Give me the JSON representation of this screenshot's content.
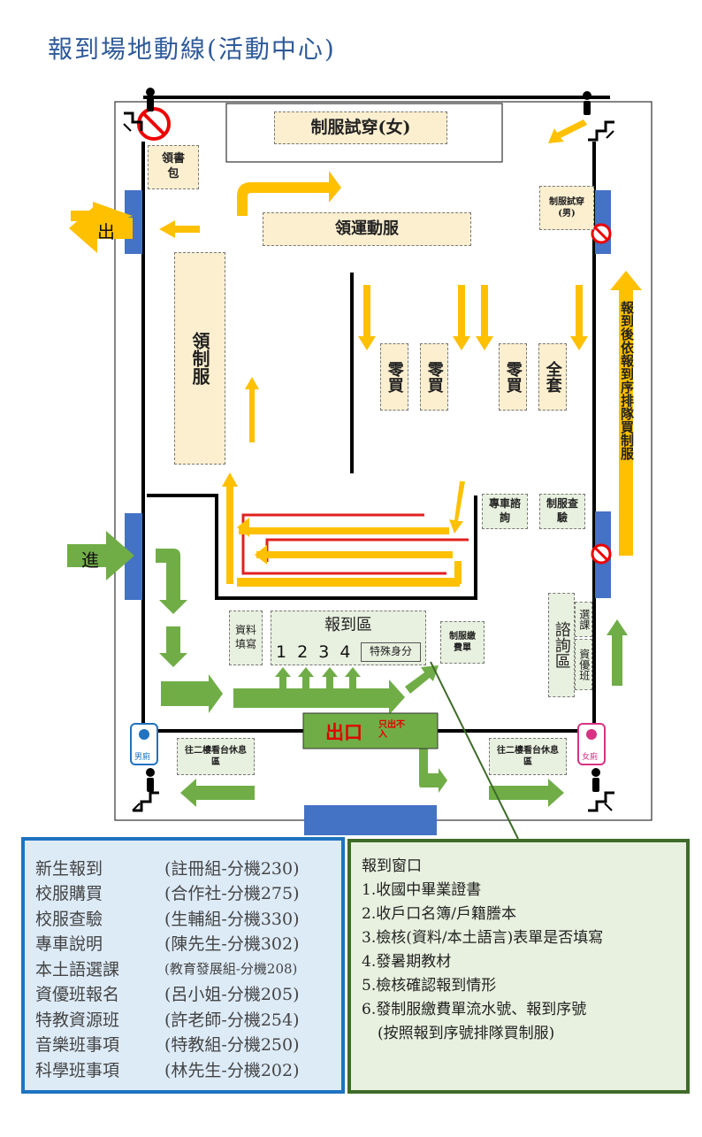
{
  "title": "報到場地動線(活動中心)",
  "colors": {
    "yellow_arrow": "#FFC000",
    "green_arrow": "#70AD47",
    "blue_door": "#4472C4",
    "red_line": "#E02020"
  },
  "areas": {
    "uniform_try_f": "制服試穿(女)",
    "bag": "領書包",
    "uniform_try_m": "制服試穿(男)",
    "sports_uniform": "領運動服",
    "get_uniform": "領制服",
    "single1": "零買",
    "single2": "零買",
    "single3": "零買",
    "full_set": "全套",
    "bus_consult": "專車諮詢",
    "uniform_check": "制服查驗",
    "consult_area": "諮詢區",
    "elective": "選課",
    "gifted": "資優班",
    "info_fill": "資料填寫",
    "report_area": "報到區",
    "windows": "1 2 3 4",
    "special": "特殊身分",
    "uniform_bill": "制服繳費單",
    "stand_left": "往二樓看台休息區",
    "stand_right": "往二樓看台休息區"
  },
  "labels": {
    "exit_left": "出",
    "enter": "進",
    "exit_main": "出口",
    "exit_note": "只出不入",
    "vertical_note": "報到後依報到序排隊買制服",
    "mens_restroom": "男廁",
    "womens_restroom": "女廁"
  },
  "contacts": [
    {
      "item": "新生報到",
      "contact": "(註冊組-分機230)"
    },
    {
      "item": "校服購買",
      "contact": "(合作社-分機275)"
    },
    {
      "item": "校服查驗",
      "contact": "(生輔組-分機330)"
    },
    {
      "item": "專車說明",
      "contact": "(陳先生-分機302)"
    },
    {
      "item": "本土語選課",
      "contact": "(教育發展組-分機208)"
    },
    {
      "item": "資優班報名",
      "contact": "(呂小姐-分機205)"
    },
    {
      "item": "特教資源班",
      "contact": "(許老師-分機254)"
    },
    {
      "item": "音樂班事項",
      "contact": "(特教組-分機250)"
    },
    {
      "item": "科學班事項",
      "contact": "(林先生-分機202)"
    }
  ],
  "window_steps": {
    "heading": "報到窗口",
    "steps": [
      "1.收國中畢業證書",
      "2.收戶口名簿/戶籍謄本",
      "3.檢核(資料/本土語言)表單是否填寫",
      "4.發暑期教材",
      "5.檢核確認報到情形",
      "6.發制服繳費單流水號、報到序號",
      "(按照報到序號排隊買制服)"
    ]
  }
}
